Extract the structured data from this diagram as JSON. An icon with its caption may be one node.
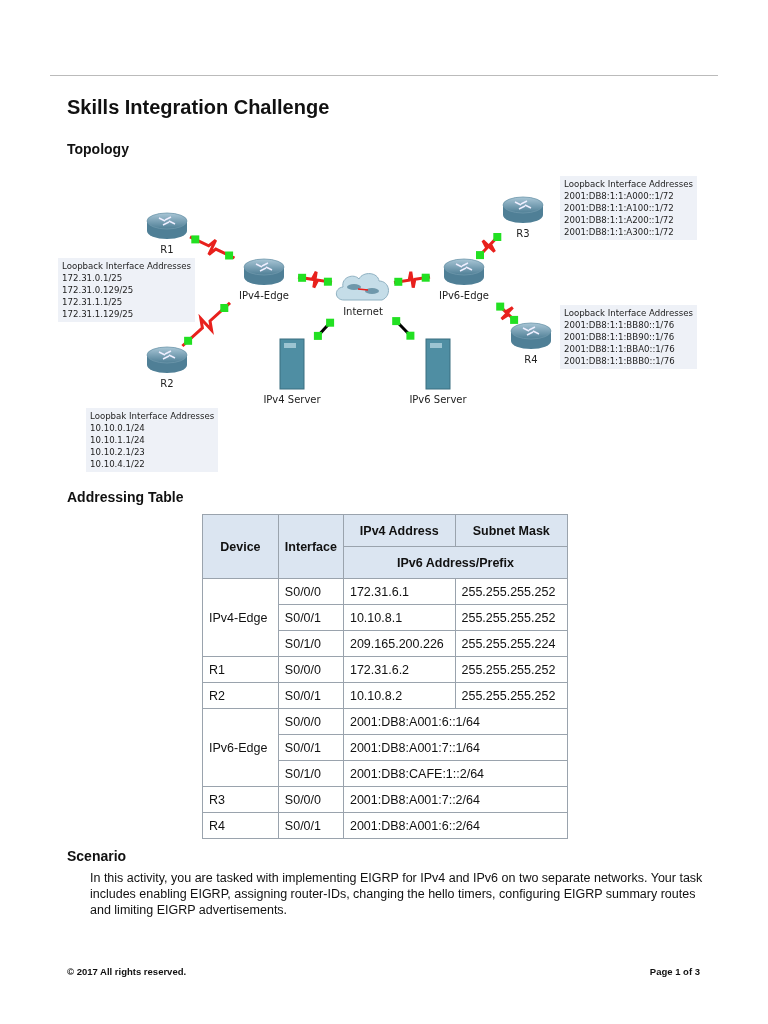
{
  "diagram": {
    "title": "Skills Integration Challenge",
    "nodes": [
      {
        "text": [
          "R1"
        ],
        "beside": [
          "Loopback Interface Addresses",
          "172.31.0.1/25",
          "172.31.0.129/25",
          "172.31.1.1/25",
          "172.31.1.129/25"
        ]
      },
      {
        "text": [
          "IPv4-Edge"
        ]
      },
      {
        "text": [
          "R2"
        ],
        "beside": [
          "Loopbak Interface Addresses",
          "10.10.0.1/24",
          "10.10.1.1/24",
          "10.10.2.1/23",
          "10.10.4.1/22"
        ]
      },
      {
        "text": [
          "IPv4 Server"
        ]
      },
      {
        "text": [
          "Internet"
        ]
      },
      {
        "text": [
          "IPv6 Server"
        ]
      },
      {
        "text": [
          "IPv6-Edge"
        ]
      },
      {
        "text": [
          "R3"
        ],
        "beside": [
          "Loopback Interface Addresses",
          "2001:DB8:1:1:A000::1/72",
          "2001:DB8:1:1:A100::1/72",
          "2001:DB8:1:1:A200::1/72",
          "2001:DB8:1:1:A300::1/72"
        ]
      },
      {
        "text": [
          "R4"
        ],
        "beside": [
          "Loopback Interface Addresses",
          "2001:DB8:1:1:BB80::1/76",
          "2001:DB8:1:1:BB90::1/76",
          "2001:DB8:1:1:BBA0::1/76",
          "2001:DB8:1:1:BBB0::1/76"
        ]
      }
    ],
    "edges": [
      {
        "from": 0,
        "to": 1,
        "arrow": "none"
      },
      {
        "from": 2,
        "to": 1,
        "arrow": "none"
      },
      {
        "from": 1,
        "to": 4,
        "arrow": "none"
      },
      {
        "from": 3,
        "to": 4,
        "arrow": "none",
        "color": "#000000"
      },
      {
        "from": 4,
        "to": 5,
        "arrow": "none",
        "color": "#000000"
      },
      {
        "from": 4,
        "to": 6,
        "arrow": "none"
      },
      {
        "from": 6,
        "to": 7,
        "arrow": "none"
      },
      {
        "from": 6,
        "to": 8,
        "arrow": "none"
      }
    ],
    "labels": [
      "Topology",
      "Addressing Table",
      "Device",
      "Interface",
      "IPv4 Address",
      "Subnet Mask",
      "IPv6 Address/Prefix",
      "IPv4-Edge",
      "S0/0/0",
      "172.31.6.1",
      "255.255.255.252",
      "S0/0/1",
      "10.10.8.1",
      "255.255.255.252",
      "S0/1/0",
      "209.165.200.226",
      "255.255.255.224",
      "R1",
      "S0/0/0",
      "172.31.6.2",
      "255.255.255.252",
      "R2",
      "S0/0/1",
      "10.10.8.2",
      "255.255.255.252",
      "IPv6-Edge",
      "S0/0/0",
      "2001:DB8:A001:6::1/64",
      "S0/0/1",
      "2001:DB8:A001:7::1/64",
      "S0/1/0",
      "2001:DB8:CAFE:1::2/64",
      "R3",
      "S0/0/0",
      "2001:DB8:A001:7::2/64",
      "R4",
      "S0/0/1",
      "2001:DB8:A001:6::2/64",
      "Scenario",
      "In this activity, you are tasked with implementing EIGRP for IPv4 and IPv6 on two separate networks. Your task includes enabling EIGRP, assigning router-IDs, changing the hello timers, configuring EIGRP summary routes and limiting EIGRP advertisements.",
      "© 2017 All rights reserved.",
      "Page 1 of 3"
    ]
  }
}
